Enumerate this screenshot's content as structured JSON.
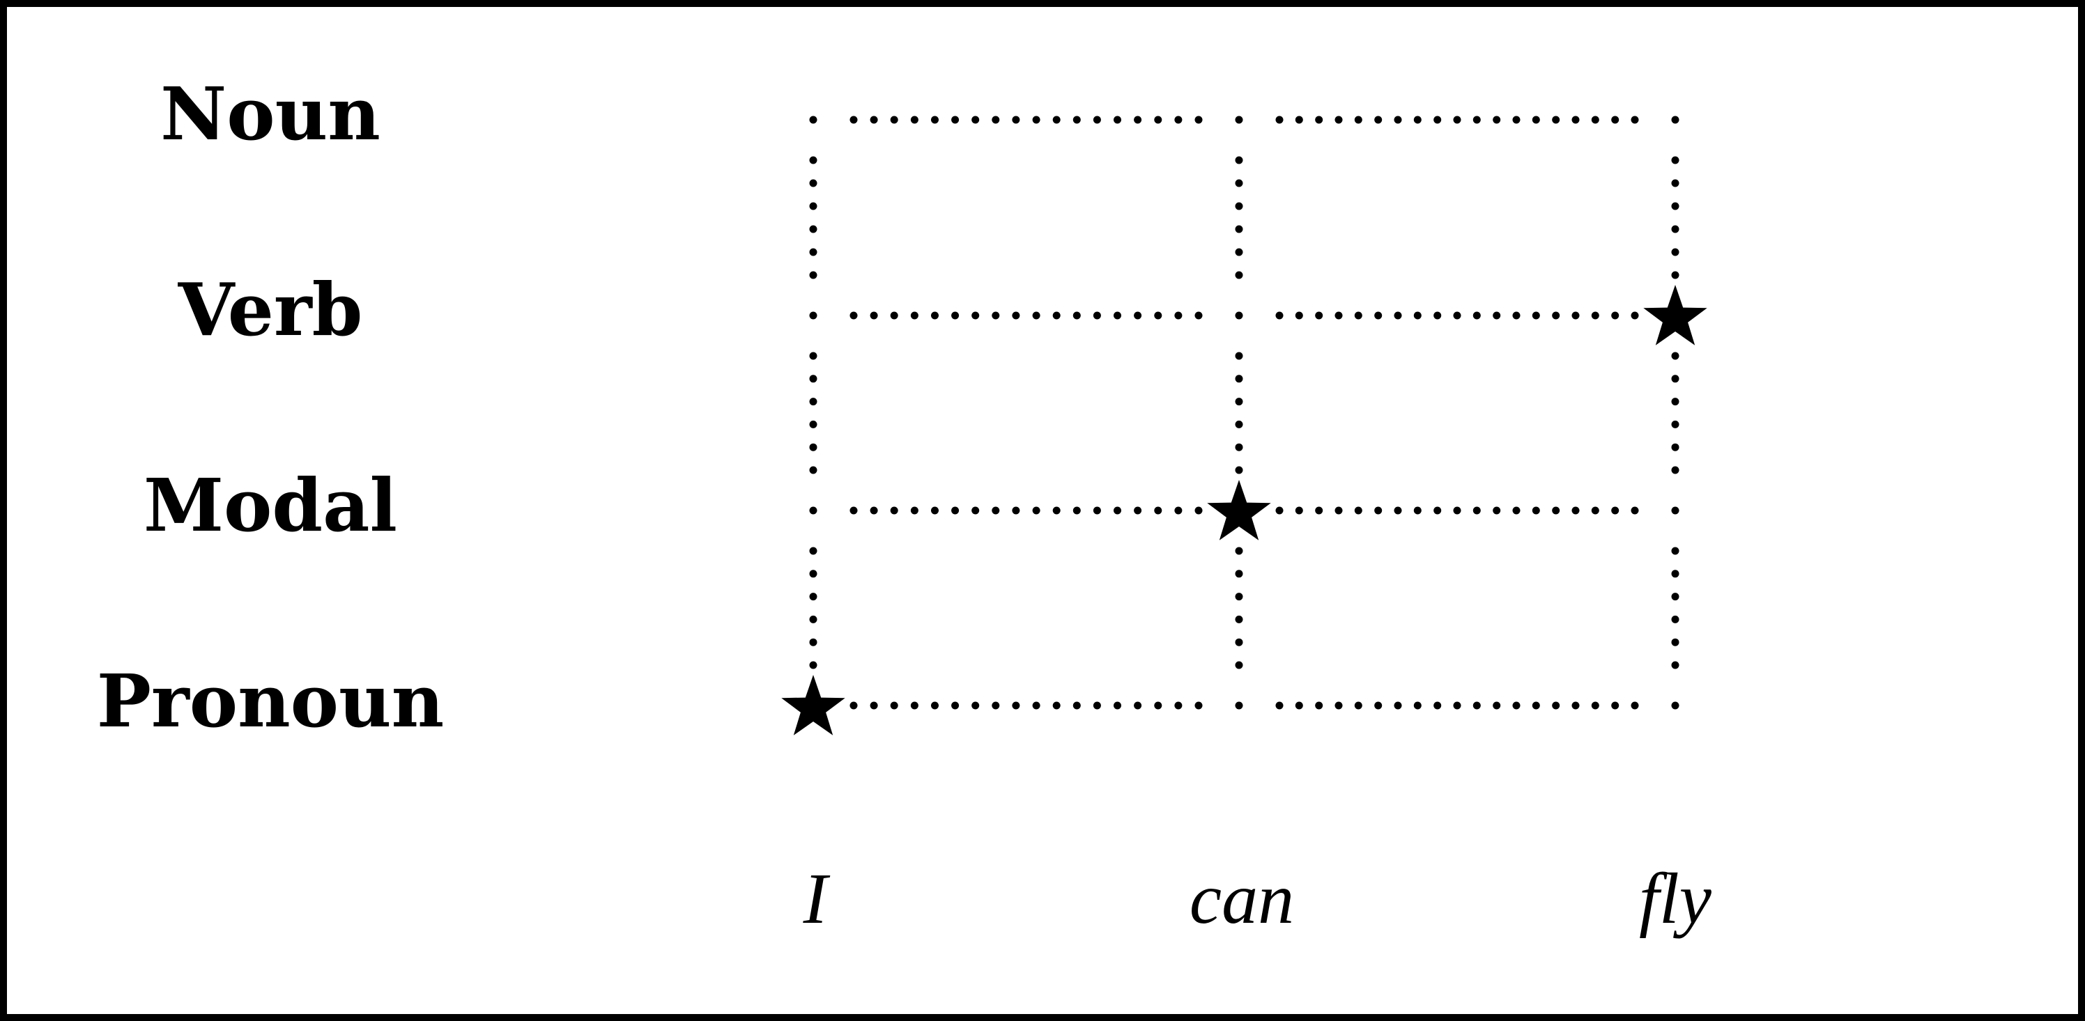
{
  "diagram": {
    "tags": [
      "Noun",
      "Verb",
      "Modal",
      "Pronoun"
    ],
    "words": [
      "I",
      "can",
      "fly"
    ],
    "path": [
      {
        "word": "I",
        "tag": "Pronoun"
      },
      {
        "word": "can",
        "tag": "Modal"
      },
      {
        "word": "fly",
        "tag": "Verb"
      }
    ],
    "colors": {
      "ink": "#000000",
      "background": "#ffffff"
    }
  }
}
